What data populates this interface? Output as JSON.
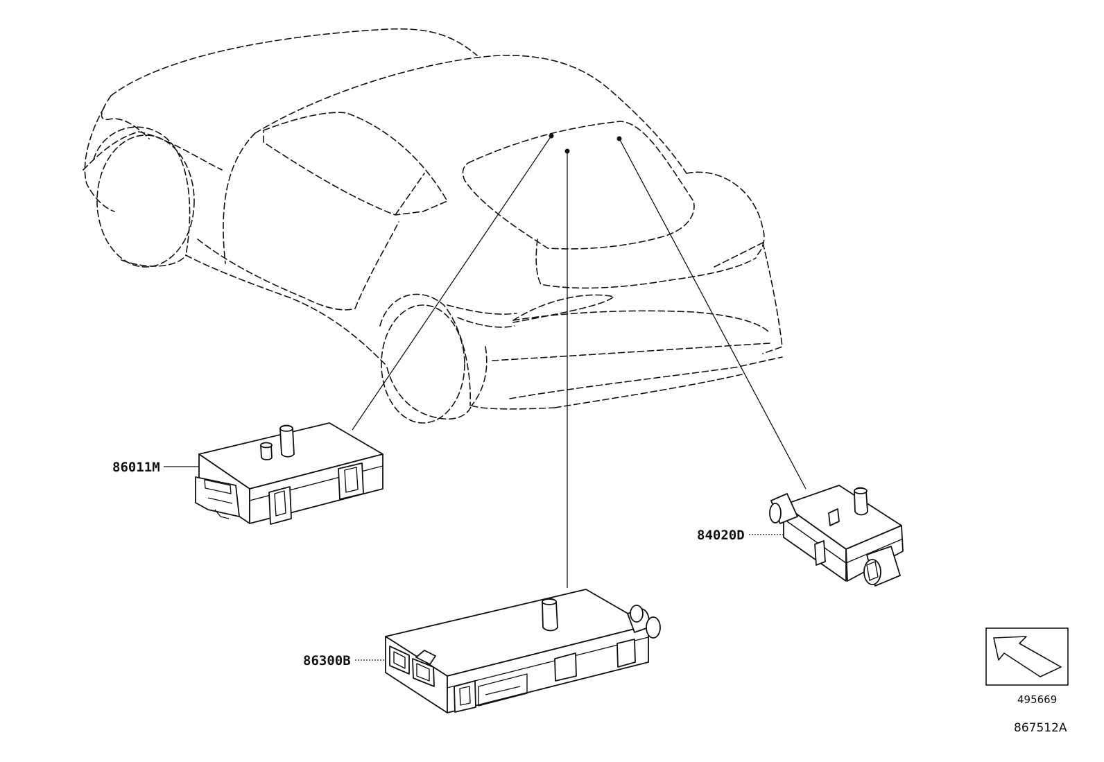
{
  "labels": {
    "part_86011M": "86011M",
    "part_86300B": "86300B",
    "part_84020D": "84020D",
    "orientation_ref": "495669",
    "diagram_id": "867512A"
  },
  "icons": {
    "orientation": "front-direction-arrow-icon"
  }
}
